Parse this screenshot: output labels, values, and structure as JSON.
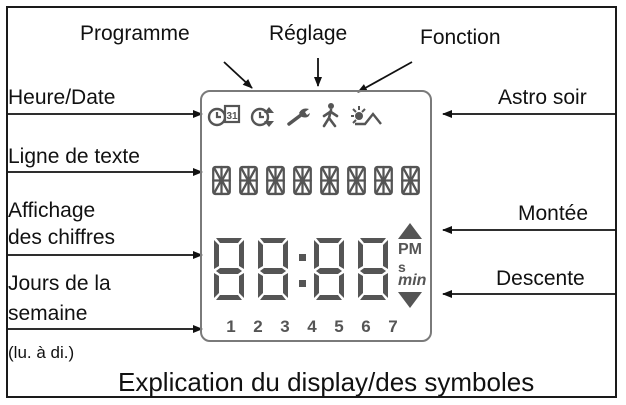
{
  "top_labels": {
    "programme": "Programme",
    "reglage": "Réglage",
    "fonction": "Fonction"
  },
  "left_labels": {
    "heure_date": "Heure/Date",
    "ligne_texte": "Ligne de texte",
    "affichage_1": "Affichage",
    "affichage_2": "des chiffres",
    "jours_1": "Jours de la",
    "jours_2": "semaine",
    "jours_3": "(lu. à di.)"
  },
  "right_labels": {
    "astro_soir": "Astro soir",
    "montee": "Montée",
    "descente": "Descente"
  },
  "display": {
    "pm": "PM",
    "s": "s",
    "min": "min",
    "days": [
      "1",
      "2",
      "3",
      "4",
      "5",
      "6",
      "7"
    ]
  },
  "caption": "Explication du display/des symboles",
  "icons": [
    "clock-calendar-icon",
    "program-clock-icon",
    "wrench-icon",
    "walking-person-icon",
    "sun-icon",
    "moon-icon",
    "up-arrow-icon",
    "down-arrow-icon"
  ]
}
